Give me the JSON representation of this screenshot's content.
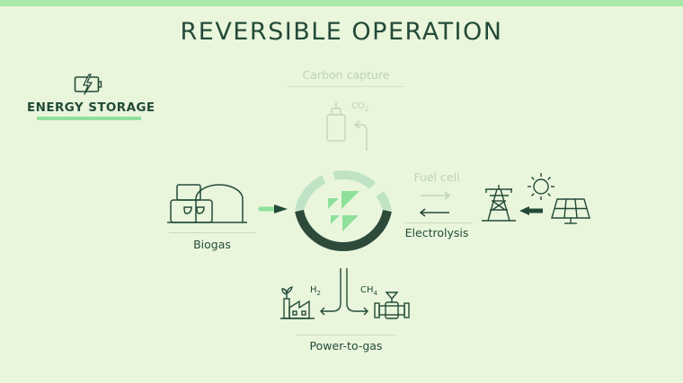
{
  "title": "REVERSIBLE OPERATION",
  "sidebar": {
    "label": "ENERGY STORAGE",
    "icon": "battery-charging-icon"
  },
  "nodes": {
    "carbon_capture": {
      "label": "Carbon capture",
      "formula_main": "CO",
      "formula_sub": "2"
    },
    "biogas": {
      "label": "Biogas"
    },
    "fuel_cell": {
      "label": "Fuel cell"
    },
    "electrolysis": {
      "label": "Electrolysis"
    },
    "power_to_gas": {
      "label": "Power-to-gas",
      "h2_main": "H",
      "h2_sub": "2",
      "ch4_main": "CH",
      "ch4_sub": "4"
    }
  },
  "colors": {
    "background": "#e9f6dc",
    "dark_green": "#234a38",
    "accent": "#8fe09a",
    "faded": "#bdd3b8"
  }
}
